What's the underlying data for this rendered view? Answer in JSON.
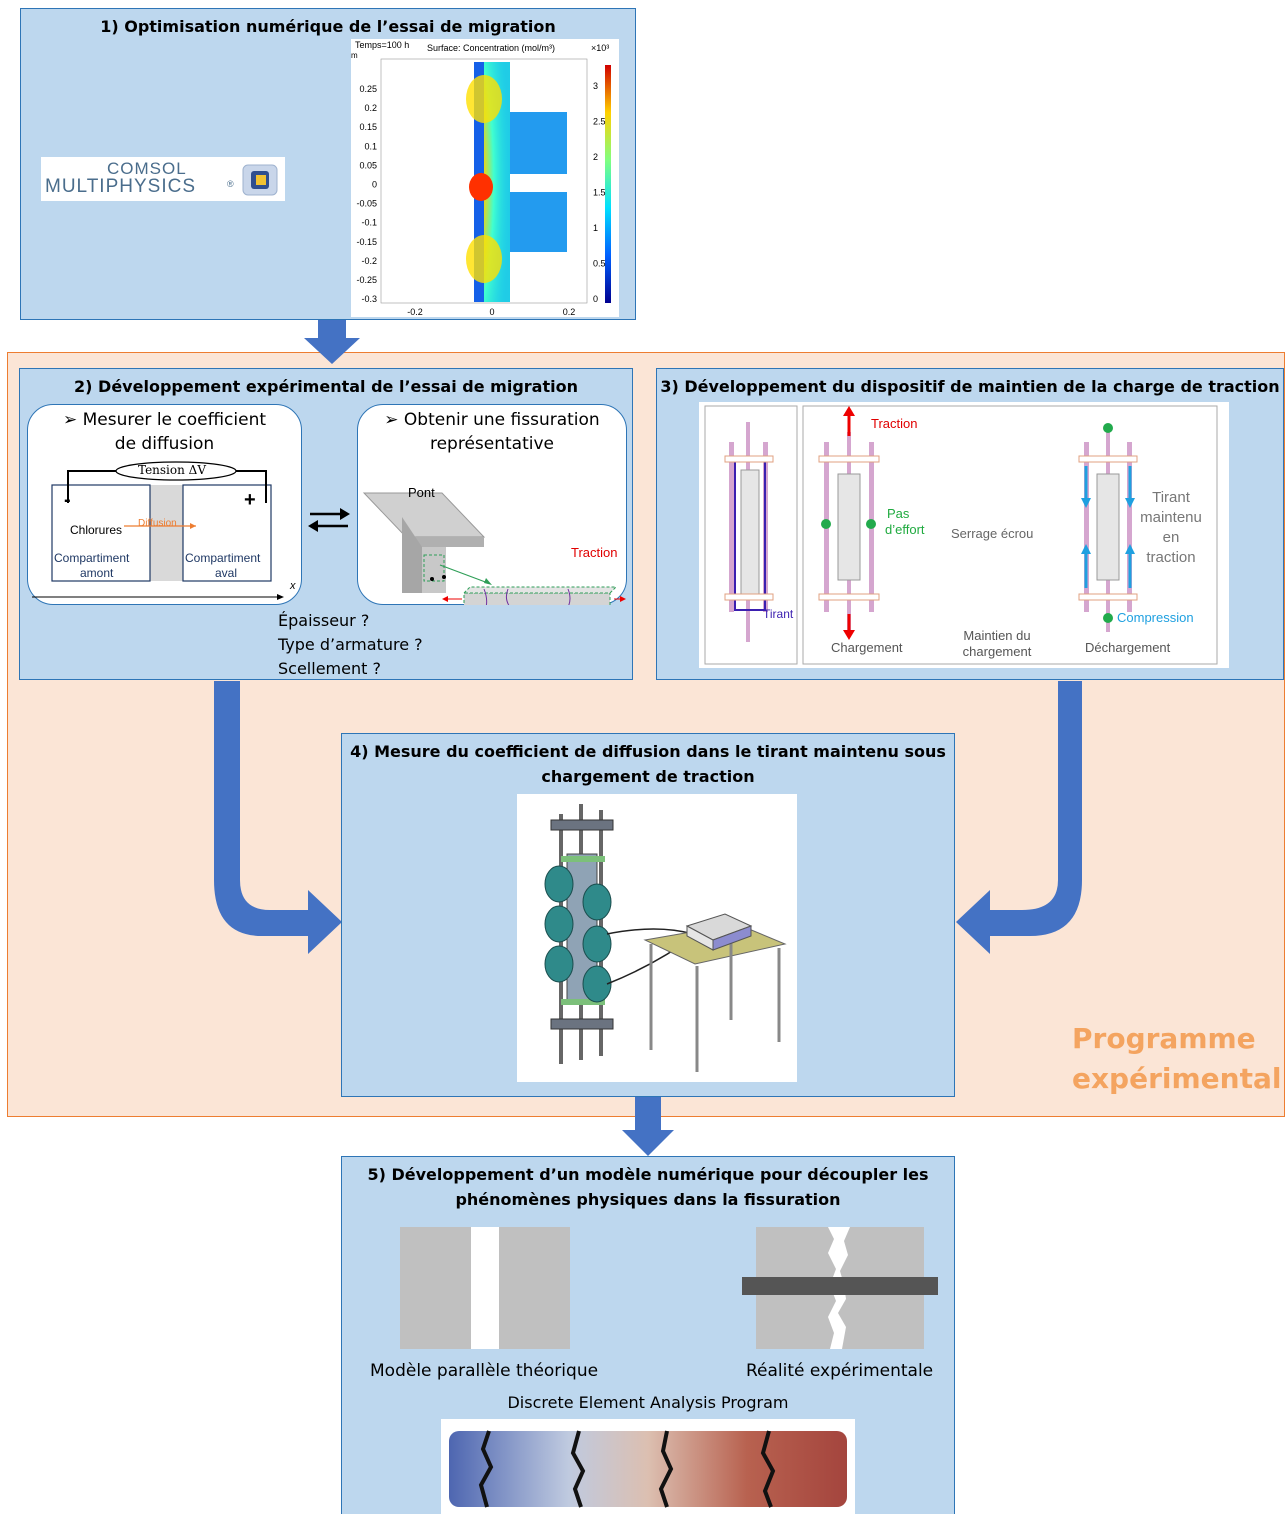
{
  "panel1": {
    "title": "1) Optimisation numérique de l’essai de migration",
    "logo_line1": "COMSOL",
    "logo_line2": "MULTIPHYSICS",
    "logo_reg": "®",
    "plot": {
      "time_label": "Temps=100 h",
      "unit_m": "m",
      "surface_label": "Surface: Concentration (mol/m³)",
      "scale_label": "×10³",
      "y_ticks": [
        "0.25",
        "0.2",
        "0.15",
        "0.1",
        "0.05",
        "0",
        "-0.05",
        "-0.1",
        "-0.15",
        "-0.2",
        "-0.25",
        "-0.3"
      ],
      "x_ticks": [
        "-0.2",
        "0",
        "0.2"
      ],
      "colorbar_ticks": [
        "3",
        "2.5",
        "2",
        "1.5",
        "1",
        "0.5",
        "0"
      ]
    }
  },
  "panel2": {
    "title": "2) Développement expérimental de l’essai de migration",
    "bubble_left": {
      "line1": "➢ Mesurer le coefficient",
      "line2": "de diffusion"
    },
    "bubble_right": {
      "line1": "➢ Obtenir une fissuration",
      "line2": "représentative"
    },
    "tension": "Tension ΔV",
    "minus": "-",
    "plus": "+",
    "chlorures": "Chlorures",
    "diffusion": "Diffusion",
    "comp_amont_1": "Compartiment",
    "comp_amont_2": "amont",
    "comp_aval_1": "Compartiment",
    "comp_aval_2": "aval",
    "axis_x": "x",
    "pont": "Pont",
    "traction": "Traction",
    "questions": [
      "Épaisseur ?",
      "Type d’armature ?",
      "Scellement ?"
    ]
  },
  "panel3": {
    "title": "3) Développement du dispositif de maintien de la charge de traction",
    "tirant": "Tirant",
    "traction": "Traction",
    "pas_effort_1": "Pas",
    "pas_effort_2": "d’effort",
    "serrage": "Serrage écrou",
    "tirant_maintenu": [
      "Tirant",
      "maintenu",
      "en",
      "traction"
    ],
    "compression": "Compression",
    "chargement": "Chargement",
    "maintien_1": "Maintien du",
    "maintien_2": "chargement",
    "dechargement": "Déchargement"
  },
  "panel4": {
    "title_line1": "4) Mesure du coefficient de diffusion dans le tirant maintenu sous",
    "title_line2": "chargement de traction"
  },
  "programme": {
    "line1": "Programme",
    "line2": "expérimental"
  },
  "panel5": {
    "title_line1": "5) Développement d’un modèle numérique pour découpler les",
    "title_line2": "phénomènes physiques dans la fissuration",
    "label_left": "Modèle parallèle théorique",
    "label_right": "Réalité expérimentale",
    "dea": "Discrete Element Analysis Program"
  },
  "colors": {
    "panel_fill": "#bdd7ee",
    "panel_border": "#2e75b6",
    "arrow": "#4472c4",
    "programme_fill": "#fbe5d6",
    "programme_border": "#ed7d31",
    "programme_text": "#f4a460"
  }
}
